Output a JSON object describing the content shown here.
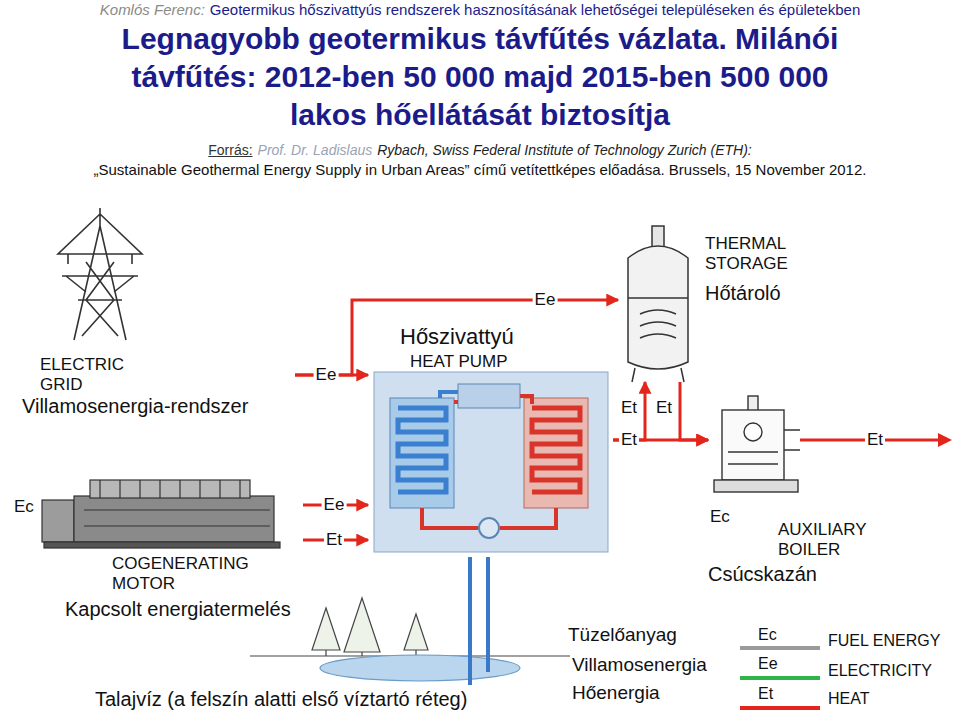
{
  "diagram": {
    "title": "Legnagyobb geotermikus távfűtés vázlata. Milánói távfűtés: 2012-ben 50 000 majd 2015-ben 500 000 lakos hőellátását biztosítja",
    "nodes": [
      {
        "text": [
          "ELECTRIC GRID",
          "Villamosenergia-rendszer"
        ]
      },
      {
        "text": [
          "Hőszivattyú",
          "HEAT PUMP"
        ]
      },
      {
        "text": [
          "THERMAL STORAGE",
          "Hőtároló"
        ]
      },
      {
        "text": [
          "COGENERATING MOTOR",
          "Kapcsolt energiatermelés"
        ]
      },
      {
        "text": [
          "AUXILIARY BOILER",
          "Csúcskazán"
        ]
      },
      {
        "text": [
          "Talajvíz (a felszín alatti első víztartó réteg)"
        ]
      }
    ],
    "edges": [
      {
        "from": 0,
        "to": 1,
        "arrow": "to",
        "label": "Ee"
      },
      {
        "from": 0,
        "to": 2,
        "arrow": "to",
        "label": "Ee"
      },
      {
        "from": 1,
        "to": 2,
        "arrow": "to",
        "label": "Et"
      },
      {
        "from": 2,
        "to": 4,
        "arrow": "to",
        "label": "Et"
      },
      {
        "from": 1,
        "to": 4,
        "arrow": "to",
        "label": "Et"
      },
      {
        "from": 3,
        "to": 1,
        "arrow": "to",
        "label": "Ee"
      },
      {
        "from": 3,
        "to": 1,
        "arrow": "to",
        "label": "Et"
      },
      {
        "from": 5,
        "to": 1,
        "arrow": "none"
      }
    ],
    "labels": [
      "Komlós Ferenc:",
      "Geotermikus hőszivattyús rendszerek hasznosításának lehetőségei településeken és épületekben",
      "Forrás:",
      "Prof. Dr. Ladislaus",
      "Rybach, Swiss Federal Institute of Technology Zurich (ETH):",
      "„Sustainable Geothermal Energy Supply in Urban Areas” című vetítettképes előadása. Brussels, 15 November 2012.",
      "Ec",
      "Ec",
      "Et",
      "Tüzelőanyag",
      "Villamosenergia",
      "Hőenergia",
      "Ec",
      "Ee",
      "Et"
    ],
    "legend": [
      {
        "text": "FUEL ENERGY",
        "color": "#9a9a9a"
      },
      {
        "text": "ELECTRICITY",
        "color": "#2fb34a"
      },
      {
        "text": "HEAT",
        "color": "#e3261b"
      }
    ]
  }
}
